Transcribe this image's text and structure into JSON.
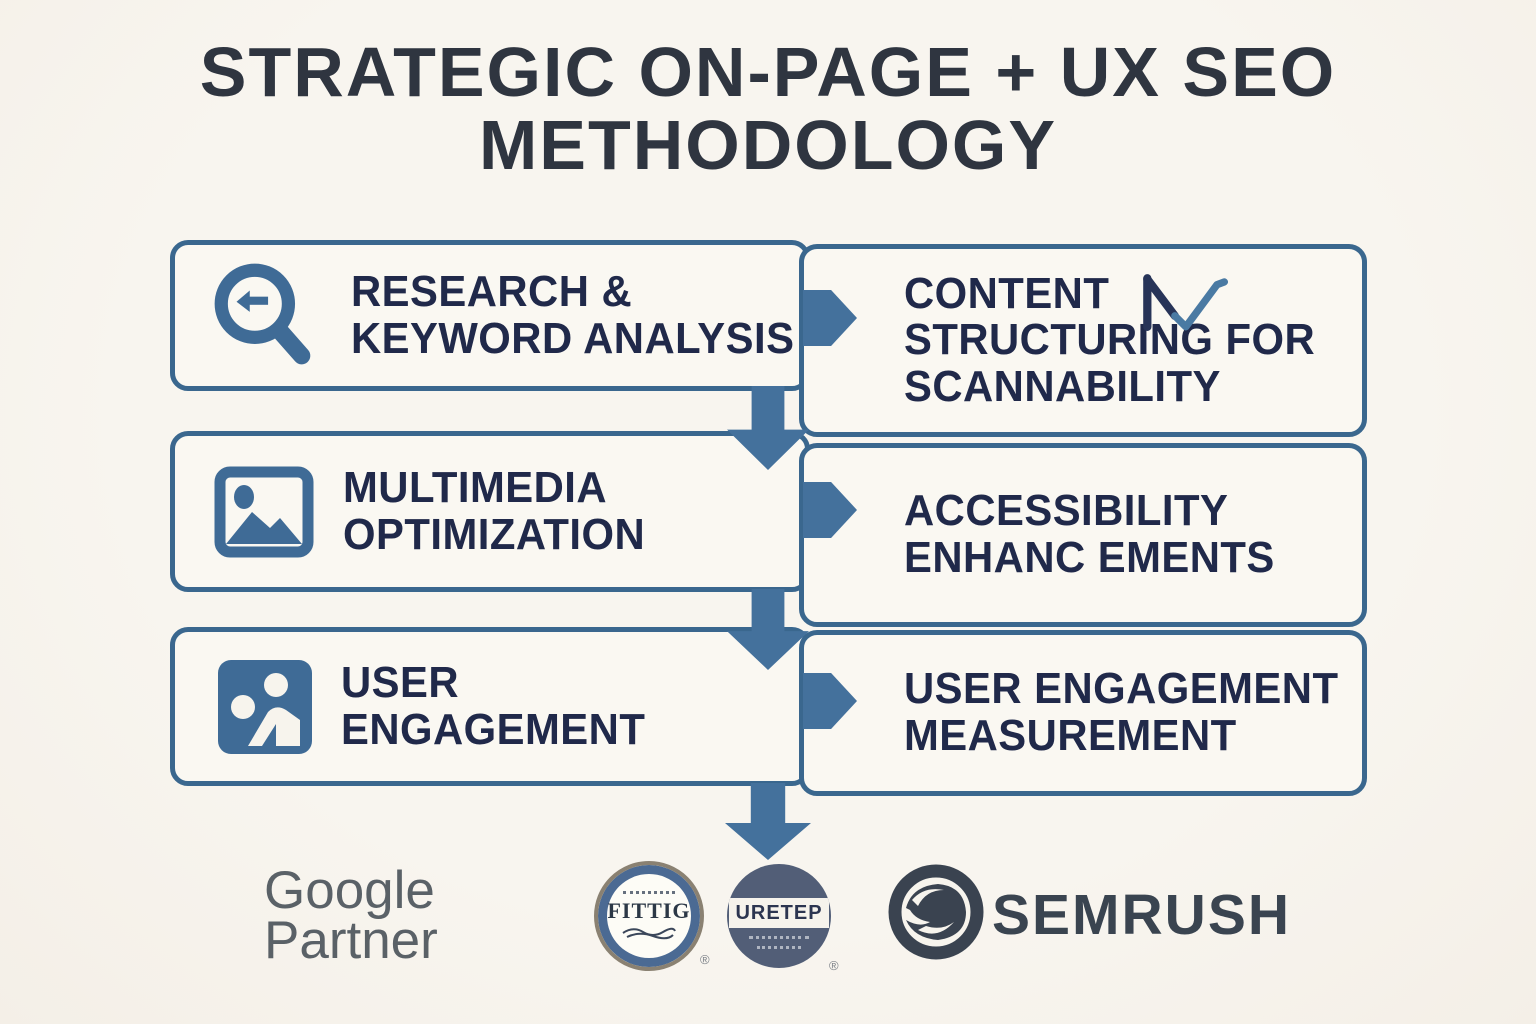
{
  "title": {
    "line1": "STRATEGIC ON-PAGE + UX SEO",
    "line2": "METHODOLOGY"
  },
  "flow": {
    "rows": [
      {
        "left": {
          "icon": "magnifier-icon",
          "lines": [
            "RESEARCH &",
            "KEYWORD ANALYSIS"
          ]
        },
        "right": {
          "icon": "check-icon",
          "lines": [
            "CONTENT",
            "STRUCTURING FOR",
            "SCANNABILITY"
          ]
        }
      },
      {
        "left": {
          "icon": "image-icon",
          "lines": [
            "MULTIMEDIA",
            "OPTIMIZATION"
          ]
        },
        "right": {
          "lines": [
            "ACCESSIBILITY",
            "ENHANC EMENTS"
          ]
        }
      },
      {
        "left": {
          "icon": "users-icon",
          "lines": [
            "USER",
            "ENGAGEMENT"
          ]
        },
        "right": {
          "lines": [
            "USER ENGAGEMENT",
            "MEASUREMENT"
          ]
        }
      }
    ]
  },
  "footer": {
    "google_partner": {
      "line1": "Google",
      "line2": "Partner"
    },
    "badges": [
      {
        "label": "FITTIG",
        "reg": "®"
      },
      {
        "label": "URETEP",
        "reg": "®"
      }
    ],
    "semrush_wordmark": "SEMRUSH"
  },
  "colors": {
    "background": "#f6f3ec",
    "box_border": "#3a678e",
    "arrow_blue": "#44719c",
    "icon_blue": "#3f6b96",
    "label_navy": "#20294a",
    "title_dark": "#2f3540",
    "google_gray": "#5a6167",
    "semrush_slate": "#3a4450"
  }
}
